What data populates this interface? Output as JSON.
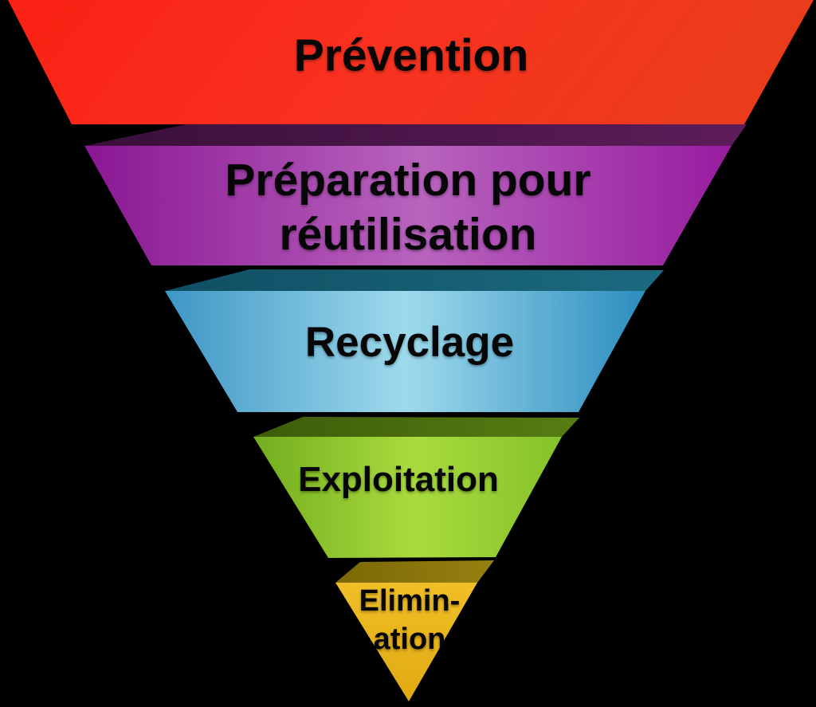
{
  "diagram": {
    "type": "inverted-pyramid-funnel",
    "background_color": "#000000",
    "text_color": "#060606",
    "levels": [
      {
        "id": "prevention",
        "label": "Prévention",
        "label_lines": [
          "Prévention"
        ],
        "face_colors": {
          "left": "#fa2113",
          "mid": "#f93120",
          "right": "#ea3c1b"
        }
      },
      {
        "id": "preparation-pour-reutilisation",
        "label": "Préparation pour réutilisation",
        "label_lines": [
          "Préparation pour",
          "réutilisation"
        ],
        "face_colors": {
          "left": "#8a1793",
          "mid": "#b863be",
          "right": "#971c9f"
        },
        "top_face_colors": {
          "left": "#390f3a",
          "right": "#5d1d59"
        }
      },
      {
        "id": "recyclage",
        "label": "Recyclage",
        "label_lines": [
          "Recyclage"
        ],
        "face_colors": {
          "left": "#3e96c5",
          "mid": "#9edaec",
          "right": "#2d8dbf"
        },
        "top_face_colors": {
          "left": "#104f63",
          "right": "#1c6a80"
        }
      },
      {
        "id": "exploitation",
        "label": "Exploitation",
        "label_lines": [
          "Exploitation"
        ],
        "face_colors": {
          "left": "#73ad1e",
          "mid": "#a9db3e",
          "right": "#85c229"
        },
        "top_face_colors": {
          "left": "#3d5c09",
          "right": "#577d13"
        }
      },
      {
        "id": "elimination",
        "label": "Elimin-ation",
        "label_lines": [
          "Elimin-",
          "ation"
        ],
        "face_colors": {
          "left": "#f0bf27",
          "mid": "#e9b61e",
          "right": "#e0a913"
        },
        "top_face_colors": {
          "left": "#7b6905",
          "right": "#968010"
        }
      }
    ]
  }
}
